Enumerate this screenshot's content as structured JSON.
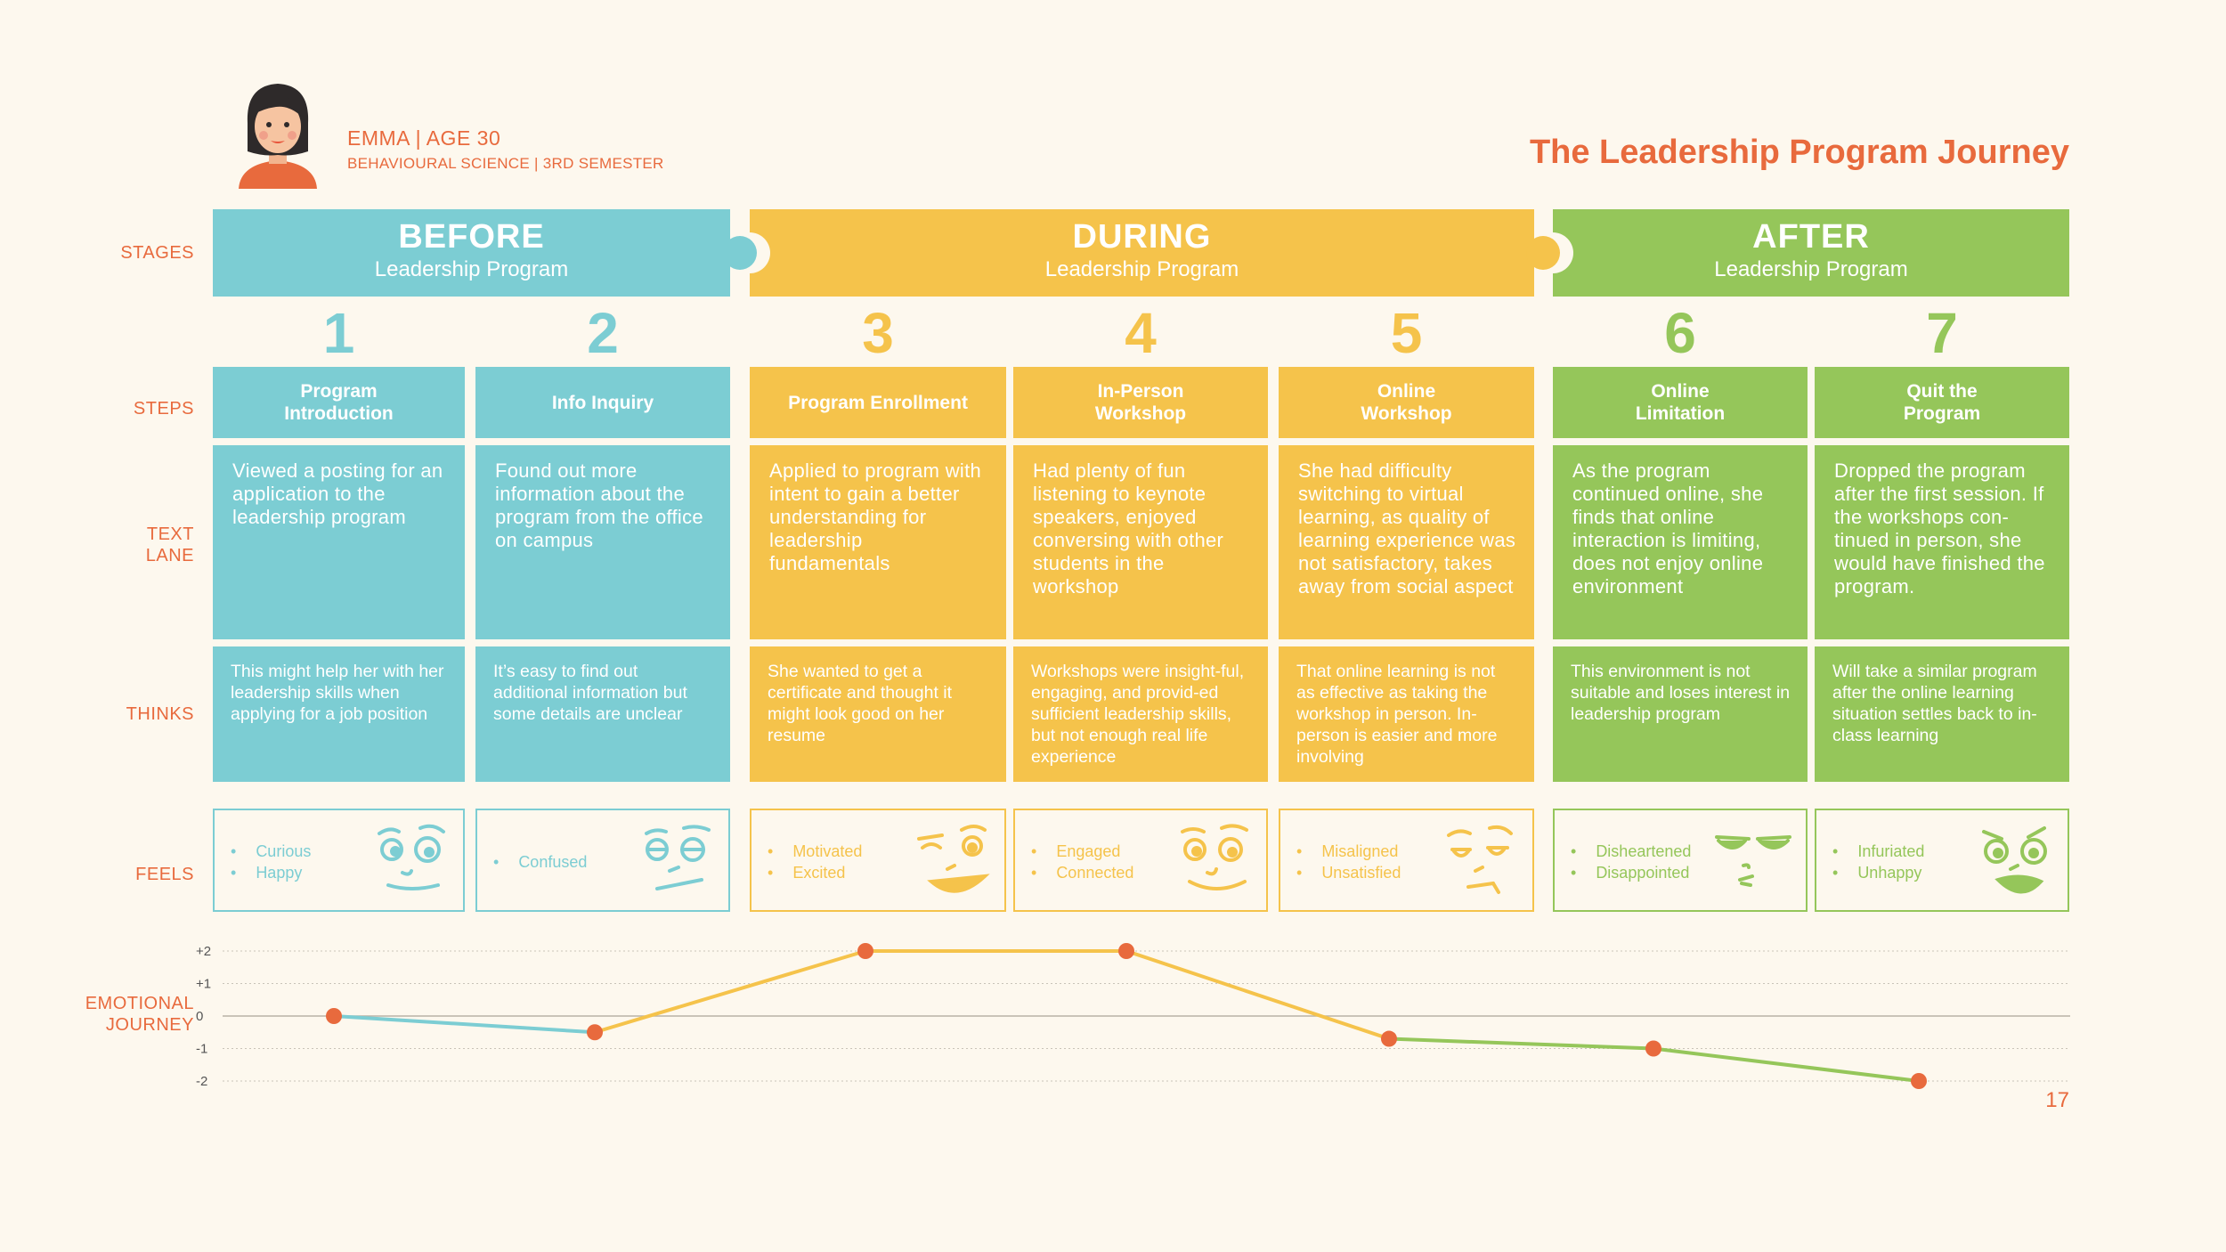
{
  "persona": {
    "name_age": "EMMA | AGE 30",
    "subtitle": "BEHAVIOURAL SCIENCE | 3RD SEMESTER"
  },
  "title": "The Leadership Program Journey",
  "page_number": "17",
  "row_labels": {
    "stages": "STAGES",
    "steps": "STEPS",
    "text_lane": "TEXT\nLANE",
    "thinks": "THINKS",
    "feels": "FEELS",
    "emotional": "EMOTIONAL\nJOURNEY"
  },
  "stages": [
    {
      "title": "BEFORE",
      "subtitle": "Leadership Program"
    },
    {
      "title": "DURING",
      "subtitle": "Leadership Program"
    },
    {
      "title": "AFTER",
      "subtitle": "Leadership Program"
    }
  ],
  "steps": [
    {
      "number": "1",
      "name": "Program\nIntroduction",
      "text": "Viewed a posting for an application to the leadership program",
      "thinks": "This might help her with her leadership skills when applying for a job position",
      "feels": [
        "Curious",
        "Happy"
      ],
      "face": "curious-face-icon"
    },
    {
      "number": "2",
      "name": "Info Inquiry",
      "text": "Found out more information about the program from the office on campus",
      "thinks": "It’s easy to find out additional information but some details are unclear",
      "feels": [
        "Confused"
      ],
      "face": "confused-face-icon"
    },
    {
      "number": "3",
      "name": "Program Enrollment",
      "text": "Applied to program with intent to gain a better understanding for leadership fundamentals",
      "thinks": "She wanted to get a certificate and thought it might look good on her resume",
      "feels": [
        "Motivated",
        "Excited"
      ],
      "face": "excited-face-icon"
    },
    {
      "number": "4",
      "name": "In-Person\nWorkshop",
      "text": "Had plenty of fun listening to keynote speakers, enjoyed conversing with other students in the workshop",
      "thinks": "Workshops were insight-ful, engaging, and provid-ed sufficient leadership skills, but not enough real life experience",
      "feels": [
        "Engaged",
        "Connected"
      ],
      "face": "engaged-face-icon"
    },
    {
      "number": "5",
      "name": "Online\nWorkshop",
      "text": "She had difficulty switching to virtual learning, as quality of learning experience was not satisfactory, takes away from social aspect",
      "thinks": "That online learning is not as effective as taking the workshop in person. In-person is easier and more involving",
      "feels": [
        "Misaligned",
        "Unsatisfied"
      ],
      "face": "unsatisfied-face-icon"
    },
    {
      "number": "6",
      "name": "Online\nLimitation",
      "text": "As the program continued online, she finds that online interaction is limiting, does not enjoy online environment",
      "thinks": "This environment is not suitable and loses interest in leadership program",
      "feels": [
        "Disheartened",
        "Disappointed"
      ],
      "face": "disappointed-face-icon"
    },
    {
      "number": "7",
      "name": "Quit the\nProgram",
      "text": "Dropped the program after the first session. If the workshops con-tinued in person, she would have finished the program.",
      "thinks": "Will take a similar program after the online learning situation settles back to in-class learning",
      "feels": [
        "Infuriated",
        "Unhappy"
      ],
      "face": "infuriated-face-icon"
    }
  ],
  "colors": {
    "blue": "#7ccdd3",
    "yellow": "#f5c34b",
    "green": "#95c65a",
    "accent": "#e86a3d",
    "background": "#fdf8ee"
  },
  "chart_data": {
    "type": "line",
    "x": [
      "1",
      "2",
      "3",
      "4",
      "5",
      "6",
      "7"
    ],
    "series": [
      {
        "values": [
          0,
          -0.5,
          2,
          2,
          -0.7,
          -1,
          -2
        ]
      }
    ],
    "ylim": [
      -2,
      2
    ],
    "yticks": [
      "+2",
      "+1",
      "0",
      "-1",
      "-2"
    ],
    "grid": true
  }
}
